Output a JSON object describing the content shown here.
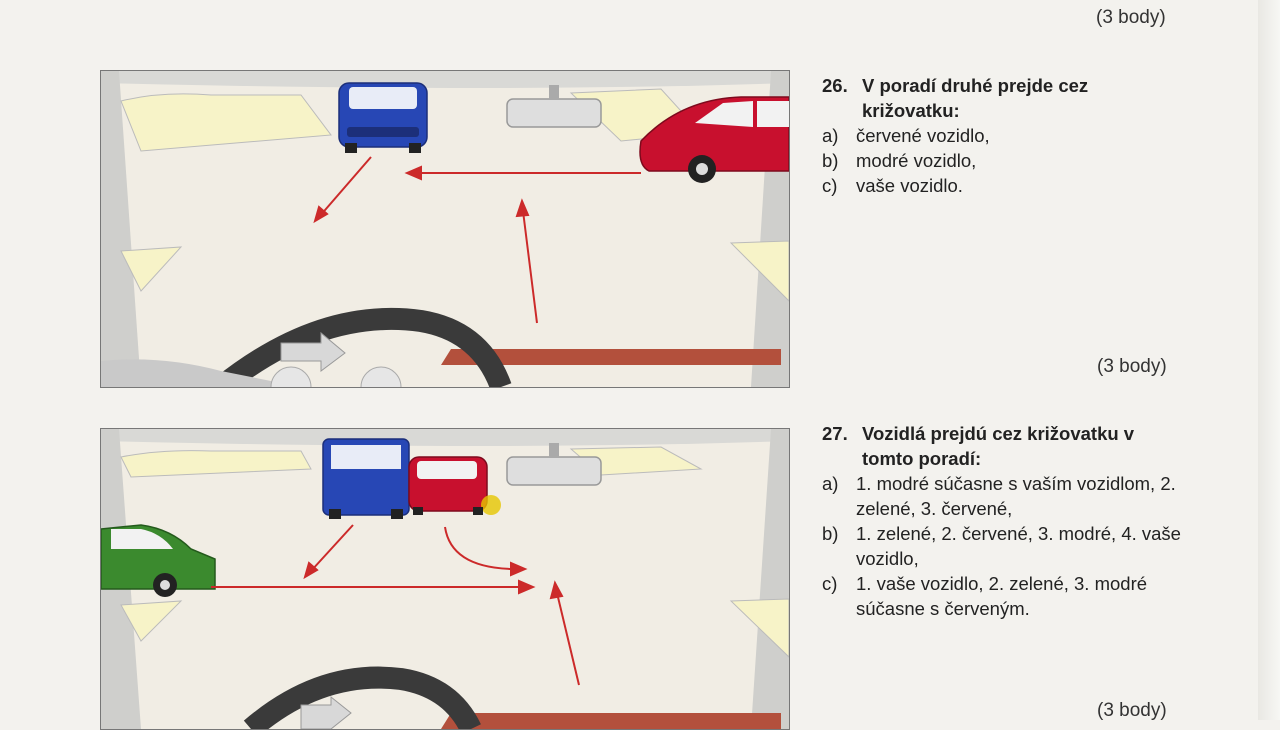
{
  "page": {
    "points_top": "(3 body)",
    "points_middle": "(3 body)",
    "points_bottom": "(3 body)"
  },
  "q26": {
    "number": "26.",
    "title": "V poradí druhé prejde cez križovatku:",
    "options": [
      {
        "letter": "a)",
        "text": "červené vozidlo,"
      },
      {
        "letter": "b)",
        "text": "modré vozidlo,"
      },
      {
        "letter": "c)",
        "text": "vaše vozidlo."
      }
    ]
  },
  "q27": {
    "number": "27.",
    "title": "Vozidlá prejdú cez križovatku v tomto poradí:",
    "options": [
      {
        "letter": "a)",
        "text": "1. modré súčasne s vaším vozidlom, 2. zelené, 3. červené,"
      },
      {
        "letter": "b)",
        "text": "1. zelené, 2. červené, 3. modré, 4. vaše vozidlo,"
      },
      {
        "letter": "c)",
        "text": "1. vaše vozidlo, 2. zelené, 3. modré súčasne s červeným."
      }
    ]
  },
  "colors": {
    "arrow": "#cc2a2a",
    "car_red": "#c8102e",
    "car_blue": "#2747b5",
    "car_green": "#3b8a2e",
    "dashboard": "#c9c9c9",
    "hood_stripe": "#b3503c"
  }
}
